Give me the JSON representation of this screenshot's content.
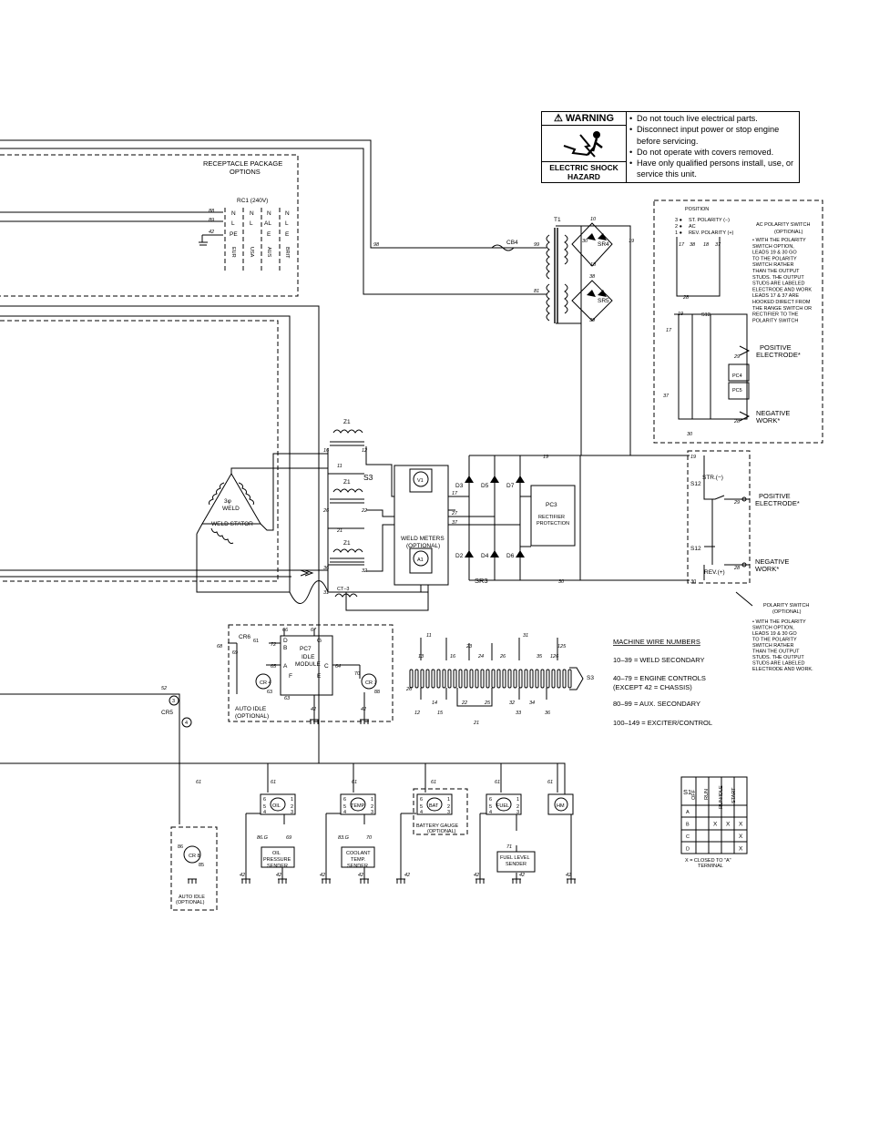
{
  "warning": {
    "title": "WARNING",
    "hazard": "ELECTRIC SHOCK HAZARD",
    "items": [
      "Do not touch live electrical parts.",
      "Disconnect input power or stop engine before servicing.",
      "Do not operate with covers removed.",
      "Have only qualified persons install, use, or service this unit."
    ]
  },
  "receptacle": {
    "title1": "RECEPTACLE PACKAGE",
    "title2": "OPTIONS",
    "rc1": "RC1 (240V)",
    "lead_88": "88",
    "lead_89": "89",
    "lead_42": "42",
    "row1": [
      "N",
      "N",
      "N",
      "N"
    ],
    "row2": [
      "L",
      "L",
      "AL",
      "L"
    ],
    "row3": [
      "PE",
      "",
      "E",
      "E"
    ],
    "col_eur": "EUR",
    "col_usa": "USA",
    "col_aus": "AUS",
    "col_brit": "BRIT"
  },
  "transformer": {
    "t1": "T1",
    "cb4": "CB4",
    "lead_98": "98",
    "lead_99": "99",
    "lead_81": "81",
    "sr4": "SR4",
    "sr5": "SR5",
    "lead_10": "10",
    "lead_30a": "30",
    "lead_18": "18",
    "lead_19a": "19",
    "lead_38": "38",
    "lead_39": "39"
  },
  "ac_polarity": {
    "position": "POSITION",
    "pos3": "ST. POLARITY (−)",
    "pos2": "AC",
    "pos1": "REV. POLARITY (+)",
    "title1": "AC POLARITY SWITCH",
    "title2": "(OPTIONAL)",
    "note": [
      "• WITH THE POLARITY",
      "SWITCH OPTION,",
      "LEADS 19 & 30 GO",
      "TO THE POLARITY",
      "SWITCH RATHER",
      "THAN THE OUTPUT",
      "STUDS. THE OUTPUT",
      "STUDS ARE LABELED",
      "ELECTRODE AND WORK",
      "LEADS 17 & 37 ARE",
      "HOOKED DIRECT FROM",
      "THE RANGE SWITCH OR",
      "RECTIFIER TO THE",
      "POLARITY SWITCH"
    ],
    "s12": "S12",
    "lead_19": "19",
    "lead_17": "17",
    "lead_37": "37",
    "lead_28": "28",
    "lead_29": "29",
    "lead_30": "30",
    "pc4": "PC4",
    "pc5": "PC5",
    "pos_electrode1": "POSITIVE",
    "pos_electrode2": "ELECTRODE*",
    "neg_work1": "NEGATIVE",
    "neg_work2": "WORK*",
    "sw_leads": [
      "17",
      "38",
      "18",
      "37"
    ]
  },
  "weld": {
    "stator1": "3φ",
    "stator2": "WELD",
    "stator3": "WELD STATOR",
    "z1": "Z1",
    "s3": "S3",
    "ct3": "CT–3",
    "leads": [
      "16",
      "12",
      "11",
      "26",
      "22",
      "21",
      "36",
      "32",
      "31"
    ],
    "v1": "V1",
    "a1": "A1",
    "meters1": "WELD METERS",
    "meters2": "(OPTIONAL)",
    "lead_17": "17",
    "lead_27": "27",
    "lead_37": "37",
    "diodes": [
      "D3",
      "D5",
      "D7",
      "D2",
      "D4",
      "D6"
    ],
    "sr3": "SR3",
    "pc3": "PC3",
    "pc3_sub1": "RECTIFIER",
    "pc3_sub2": "PROTECTION",
    "lead_19": "19",
    "lead_30": "30"
  },
  "polarity_switch": {
    "lead_19": "19",
    "lead_29": "29",
    "lead_28": "28",
    "lead_30": "30",
    "s12a": "S12",
    "s12b": "S12",
    "str": "STR.(−)",
    "rev": "REV.(+)",
    "pos1": "POSITIVE",
    "pos2": "ELECTRODE*",
    "neg1": "NEGATIVE",
    "neg2": "WORK*",
    "title1": "POLARITY SWITCH",
    "title2": "(OPTIONAL)",
    "note": [
      "• WITH THE POLARITY",
      "SWITCH OPTION,",
      "LEADS 19 & 30 GO",
      "TO THE POLARITY",
      "SWITCH RATHER",
      "THAN THE OUTPUT",
      "STUDS. THE OUTPUT",
      "STUDS ARE LABELED",
      "ELECTRODE AND WORK."
    ]
  },
  "idle": {
    "cr6": "CR6",
    "pc7": "PC7",
    "module1": "IDLE",
    "module2": "MODULE",
    "auto1": "AUTO IDLE",
    "auto2": "(OPTIONAL)",
    "cr4": "CR 4",
    "cr7": "CR 7",
    "leads": [
      "66",
      "67",
      "72",
      "65",
      "63",
      "64",
      "68",
      "42",
      "42",
      "61",
      "69",
      "70",
      "88",
      "63"
    ],
    "pins": [
      "D",
      "G",
      "B",
      "A",
      "F",
      "C",
      "E"
    ],
    "lead_52": "52",
    "cr5": "CR5",
    "n3": "3",
    "n4": "4"
  },
  "terminal_strip": {
    "top": [
      "11",
      "31",
      "13",
      "16",
      "23",
      "24",
      "26",
      "35",
      "126",
      "125"
    ],
    "bottom": [
      "12",
      "15",
      "14",
      "22",
      "25",
      "32",
      "34",
      "33",
      "36"
    ],
    "left": "26",
    "bot21": "21",
    "s3": "S3"
  },
  "wire_numbers": {
    "title": "MACHINE WIRE NUMBERS",
    "rows": [
      "10–39 = WELD SECONDARY",
      "40–79 = ENGINE CONTROLS",
      "(EXCEPT 42 = CHASSIS)",
      "80–99 = AUX. SECONDARY",
      "100–149 = EXCITER/CONTROL"
    ]
  },
  "gauges": {
    "lead_61": "61",
    "lead_42": "42",
    "oil": "OIL",
    "oil_s1": "OIL",
    "oil_s2": "PRESSURE",
    "oil_s3": "SENDER",
    "oil_lead": "69",
    "oil_lead_b": "86.G",
    "temp": "TEMP",
    "temp_s1": "COOLANT",
    "temp_s2": "TEMP.",
    "temp_s3": "SENDER",
    "temp_lead": "70",
    "temp_lead_b": "83.G",
    "bat": "BAT",
    "bat_s1": "BATTERY GAUGE",
    "bat_s2": "(OPTIONAL)",
    "fuel": "FUEL",
    "fuel_s1": "FUEL LEVEL",
    "fuel_s2": "SENDER",
    "fuel_lead": "71",
    "hm": "HM",
    "pins": [
      "1",
      "2",
      "3",
      "4",
      "5",
      "6"
    ],
    "cr8": "CR 8",
    "cr8_auto1": "AUTO IDLE",
    "cr8_auto2": "(OPTIONAL)",
    "cr8_a": "86",
    "cr8_b": "85"
  },
  "s1_table": {
    "s1": "S1",
    "cols": [
      "OFF",
      "RUN",
      "RUN/IDLE",
      "START"
    ],
    "rows": [
      {
        "t": "A",
        "v": [
          "",
          "",
          "",
          ""
        ]
      },
      {
        "t": "B",
        "v": [
          "",
          "X",
          "X",
          "X"
        ]
      },
      {
        "t": "C",
        "v": [
          "",
          "",
          "",
          "X"
        ]
      },
      {
        "t": "D",
        "v": [
          "",
          "",
          "",
          "X"
        ]
      }
    ],
    "note1": "X = CLOSED TO \"A\"",
    "note2": "TERMINAL"
  }
}
